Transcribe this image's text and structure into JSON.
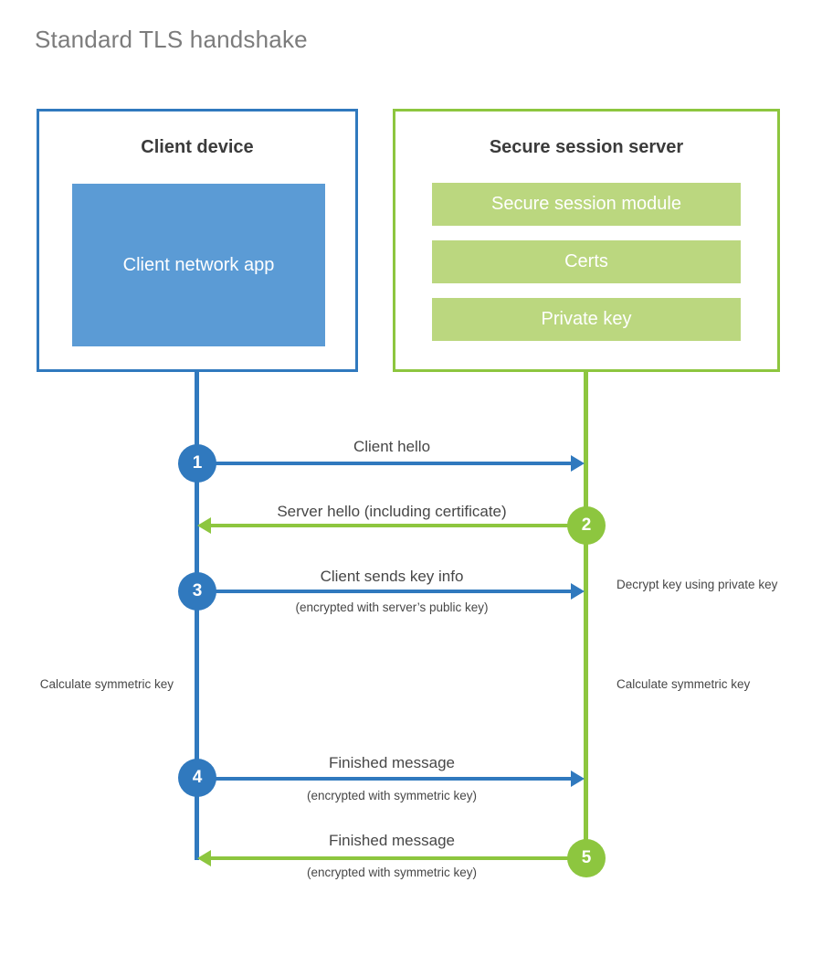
{
  "title": "Standard TLS handshake",
  "colors": {
    "client_blue": "#3079BE",
    "client_app_fill": "#5B9BD5",
    "server_green": "#8DC63F",
    "server_module_fill": "#BBD77F",
    "title_gray": "#7c7c7c",
    "text_gray": "#474747"
  },
  "client": {
    "title": "Client device",
    "app_label": "Client network app"
  },
  "server": {
    "title": "Secure session server",
    "modules": [
      {
        "label": "Secure session module"
      },
      {
        "label": "Certs"
      },
      {
        "label": "Private key"
      }
    ]
  },
  "steps": [
    {
      "number": "1",
      "direction": "client-to-server",
      "label": "Client hello",
      "sub": ""
    },
    {
      "number": "2",
      "direction": "server-to-client",
      "label": "Server hello (including certificate)",
      "sub": ""
    },
    {
      "number": "3",
      "direction": "client-to-server",
      "label": "Client sends key info",
      "sub": "(encrypted with server’s public key)"
    },
    {
      "number": "4",
      "direction": "client-to-server",
      "label": "Finished message",
      "sub": "(encrypted with symmetric key)"
    },
    {
      "number": "5",
      "direction": "server-to-client",
      "label": "Finished message",
      "sub": "(encrypted with symmetric key)"
    }
  ],
  "annotations": {
    "server_decrypt": "Decrypt key using private key",
    "client_calculate": "Calculate symmetric key",
    "server_calculate": "Calculate symmetric key"
  }
}
